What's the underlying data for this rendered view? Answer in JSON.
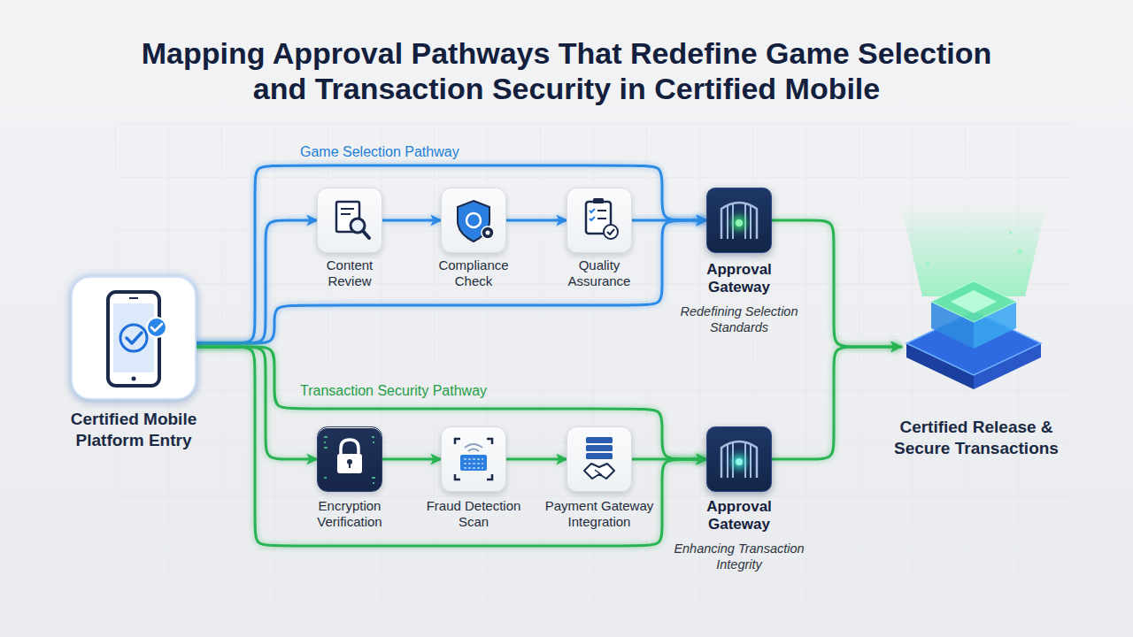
{
  "diagram": {
    "title": "Mapping Approval Pathways That Redefine Game Selection and Transaction Security in Certified Mobile",
    "nodes": [
      {
        "text": [
          "Certified Mobile Platform Entry"
        ]
      },
      {
        "text": [
          "Content Review"
        ]
      },
      {
        "text": [
          "Compliance Check"
        ]
      },
      {
        "text": [
          "Quality Assurance"
        ]
      },
      {
        "text": [
          "Approval Gateway",
          "Redefining Selection Standards"
        ]
      },
      {
        "text": [
          "Encryption Verification"
        ]
      },
      {
        "text": [
          "Fraud Detection Scan"
        ]
      },
      {
        "text": [
          "Payment Gateway Integration"
        ]
      },
      {
        "text": [
          "Approval Gateway",
          "Enhancing Transaction Integrity"
        ]
      },
      {
        "text": [
          "Certified Release & Secure Transactions"
        ]
      }
    ],
    "edges": [
      {
        "from": 0,
        "to": 1,
        "arrow": "to"
      },
      {
        "from": 1,
        "to": 2,
        "arrow": "to"
      },
      {
        "from": 2,
        "to": 3,
        "arrow": "to"
      },
      {
        "from": 3,
        "to": 4,
        "arrow": "to"
      },
      {
        "from": 0,
        "to": 4,
        "arrow": "to"
      },
      {
        "from": 0,
        "to": 4,
        "arrow": "to"
      },
      {
        "from": 0,
        "to": 5,
        "arrow": "to"
      },
      {
        "from": 5,
        "to": 6,
        "arrow": "to"
      },
      {
        "from": 6,
        "to": 7,
        "arrow": "to"
      },
      {
        "from": 7,
        "to": 8,
        "arrow": "to"
      },
      {
        "from": 0,
        "to": 8,
        "arrow": "to"
      },
      {
        "from": 0,
        "to": 8,
        "arrow": "to"
      },
      {
        "from": 4,
        "to": 9,
        "arrow": "to"
      },
      {
        "from": 8,
        "to": 9,
        "arrow": "to"
      }
    ],
    "labels": [
      "Game Selection Pathway",
      "Transaction Security Pathway"
    ]
  }
}
